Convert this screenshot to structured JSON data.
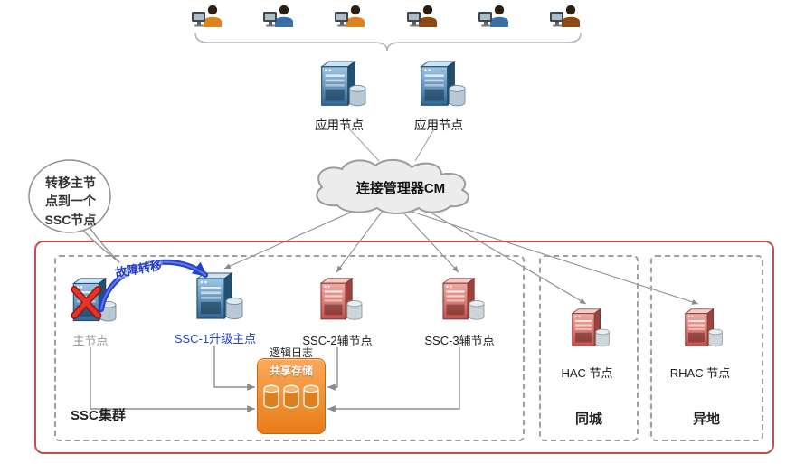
{
  "diagram": {
    "cloud": {
      "label": "连接管理器CM"
    },
    "speech_bubble": {
      "text": "转移主节\n点到一个\nSSC节点"
    },
    "failover": {
      "label": "故障转移"
    },
    "app_nodes": [
      {
        "label": "应用节点"
      },
      {
        "label": "应用节点"
      }
    ],
    "groups": {
      "ssc_cluster": {
        "label": "SSC集群"
      },
      "same_city": {
        "label": "同城"
      },
      "remote": {
        "label": "异地"
      }
    },
    "nodes": {
      "master": {
        "label": "主节点",
        "status": "failed"
      },
      "ssc1": {
        "label": "SSC-1升级主点"
      },
      "ssc2": {
        "label": "SSC-2辅节点"
      },
      "ssc3": {
        "label": "SSC-3辅节点"
      },
      "hac": {
        "label": "HAC 节点"
      },
      "rhac": {
        "label": "RHAC 节点"
      }
    },
    "storage": {
      "label": "共享存储",
      "caption": "逻辑日志"
    },
    "colors": {
      "boundary_red": "#c0504d",
      "failover_blue": "#2440cf",
      "primary_node_blue": "#2f6694",
      "secondary_node_red": "#bf534e",
      "storage_orange": "#e87c17"
    }
  }
}
